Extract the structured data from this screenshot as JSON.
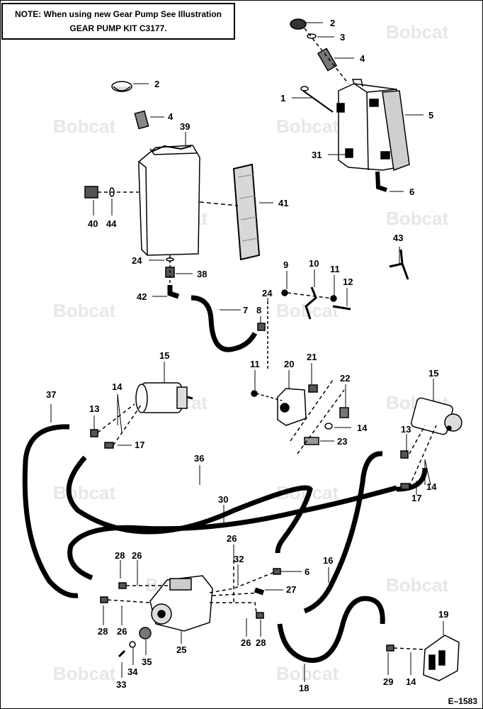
{
  "note": {
    "line1": "NOTE: When using new Gear Pump See Illustration",
    "line2": "GEAR PUMP KIT C3177."
  },
  "watermark_text": "Bobcat",
  "figure_code": "E–1583",
  "colors": {
    "ink": "#000000",
    "watermark": "#e7e7e7",
    "background": "#ffffff"
  },
  "callouts": [
    "1",
    "2",
    "3",
    "4",
    "5",
    "6",
    "7",
    "8",
    "9",
    "10",
    "11",
    "12",
    "13",
    "14",
    "15",
    "16",
    "17",
    "18",
    "19",
    "20",
    "21",
    "22",
    "23",
    "24",
    "25",
    "26",
    "27",
    "28",
    "29",
    "30",
    "31",
    "32",
    "33",
    "34",
    "35",
    "36",
    "37",
    "38",
    "39",
    "40",
    "41",
    "42",
    "43",
    "44"
  ],
  "parts": [
    {
      "n": "1"
    },
    {
      "n": "2"
    },
    {
      "n": "3"
    },
    {
      "n": "4"
    },
    {
      "n": "5"
    },
    {
      "n": "6"
    },
    {
      "n": "7"
    },
    {
      "n": "8"
    },
    {
      "n": "9"
    },
    {
      "n": "10"
    },
    {
      "n": "11"
    },
    {
      "n": "12"
    },
    {
      "n": "13"
    },
    {
      "n": "14"
    },
    {
      "n": "15"
    },
    {
      "n": "16"
    },
    {
      "n": "17"
    },
    {
      "n": "18"
    },
    {
      "n": "19"
    },
    {
      "n": "20"
    },
    {
      "n": "21"
    },
    {
      "n": "22"
    },
    {
      "n": "23"
    },
    {
      "n": "24"
    },
    {
      "n": "25"
    },
    {
      "n": "26"
    },
    {
      "n": "27"
    },
    {
      "n": "28"
    },
    {
      "n": "29"
    },
    {
      "n": "30"
    },
    {
      "n": "31"
    },
    {
      "n": "32"
    },
    {
      "n": "33"
    },
    {
      "n": "34"
    },
    {
      "n": "35"
    },
    {
      "n": "36"
    },
    {
      "n": "37"
    },
    {
      "n": "38"
    },
    {
      "n": "39"
    },
    {
      "n": "40"
    },
    {
      "n": "41"
    },
    {
      "n": "42"
    },
    {
      "n": "43"
    },
    {
      "n": "44"
    }
  ]
}
